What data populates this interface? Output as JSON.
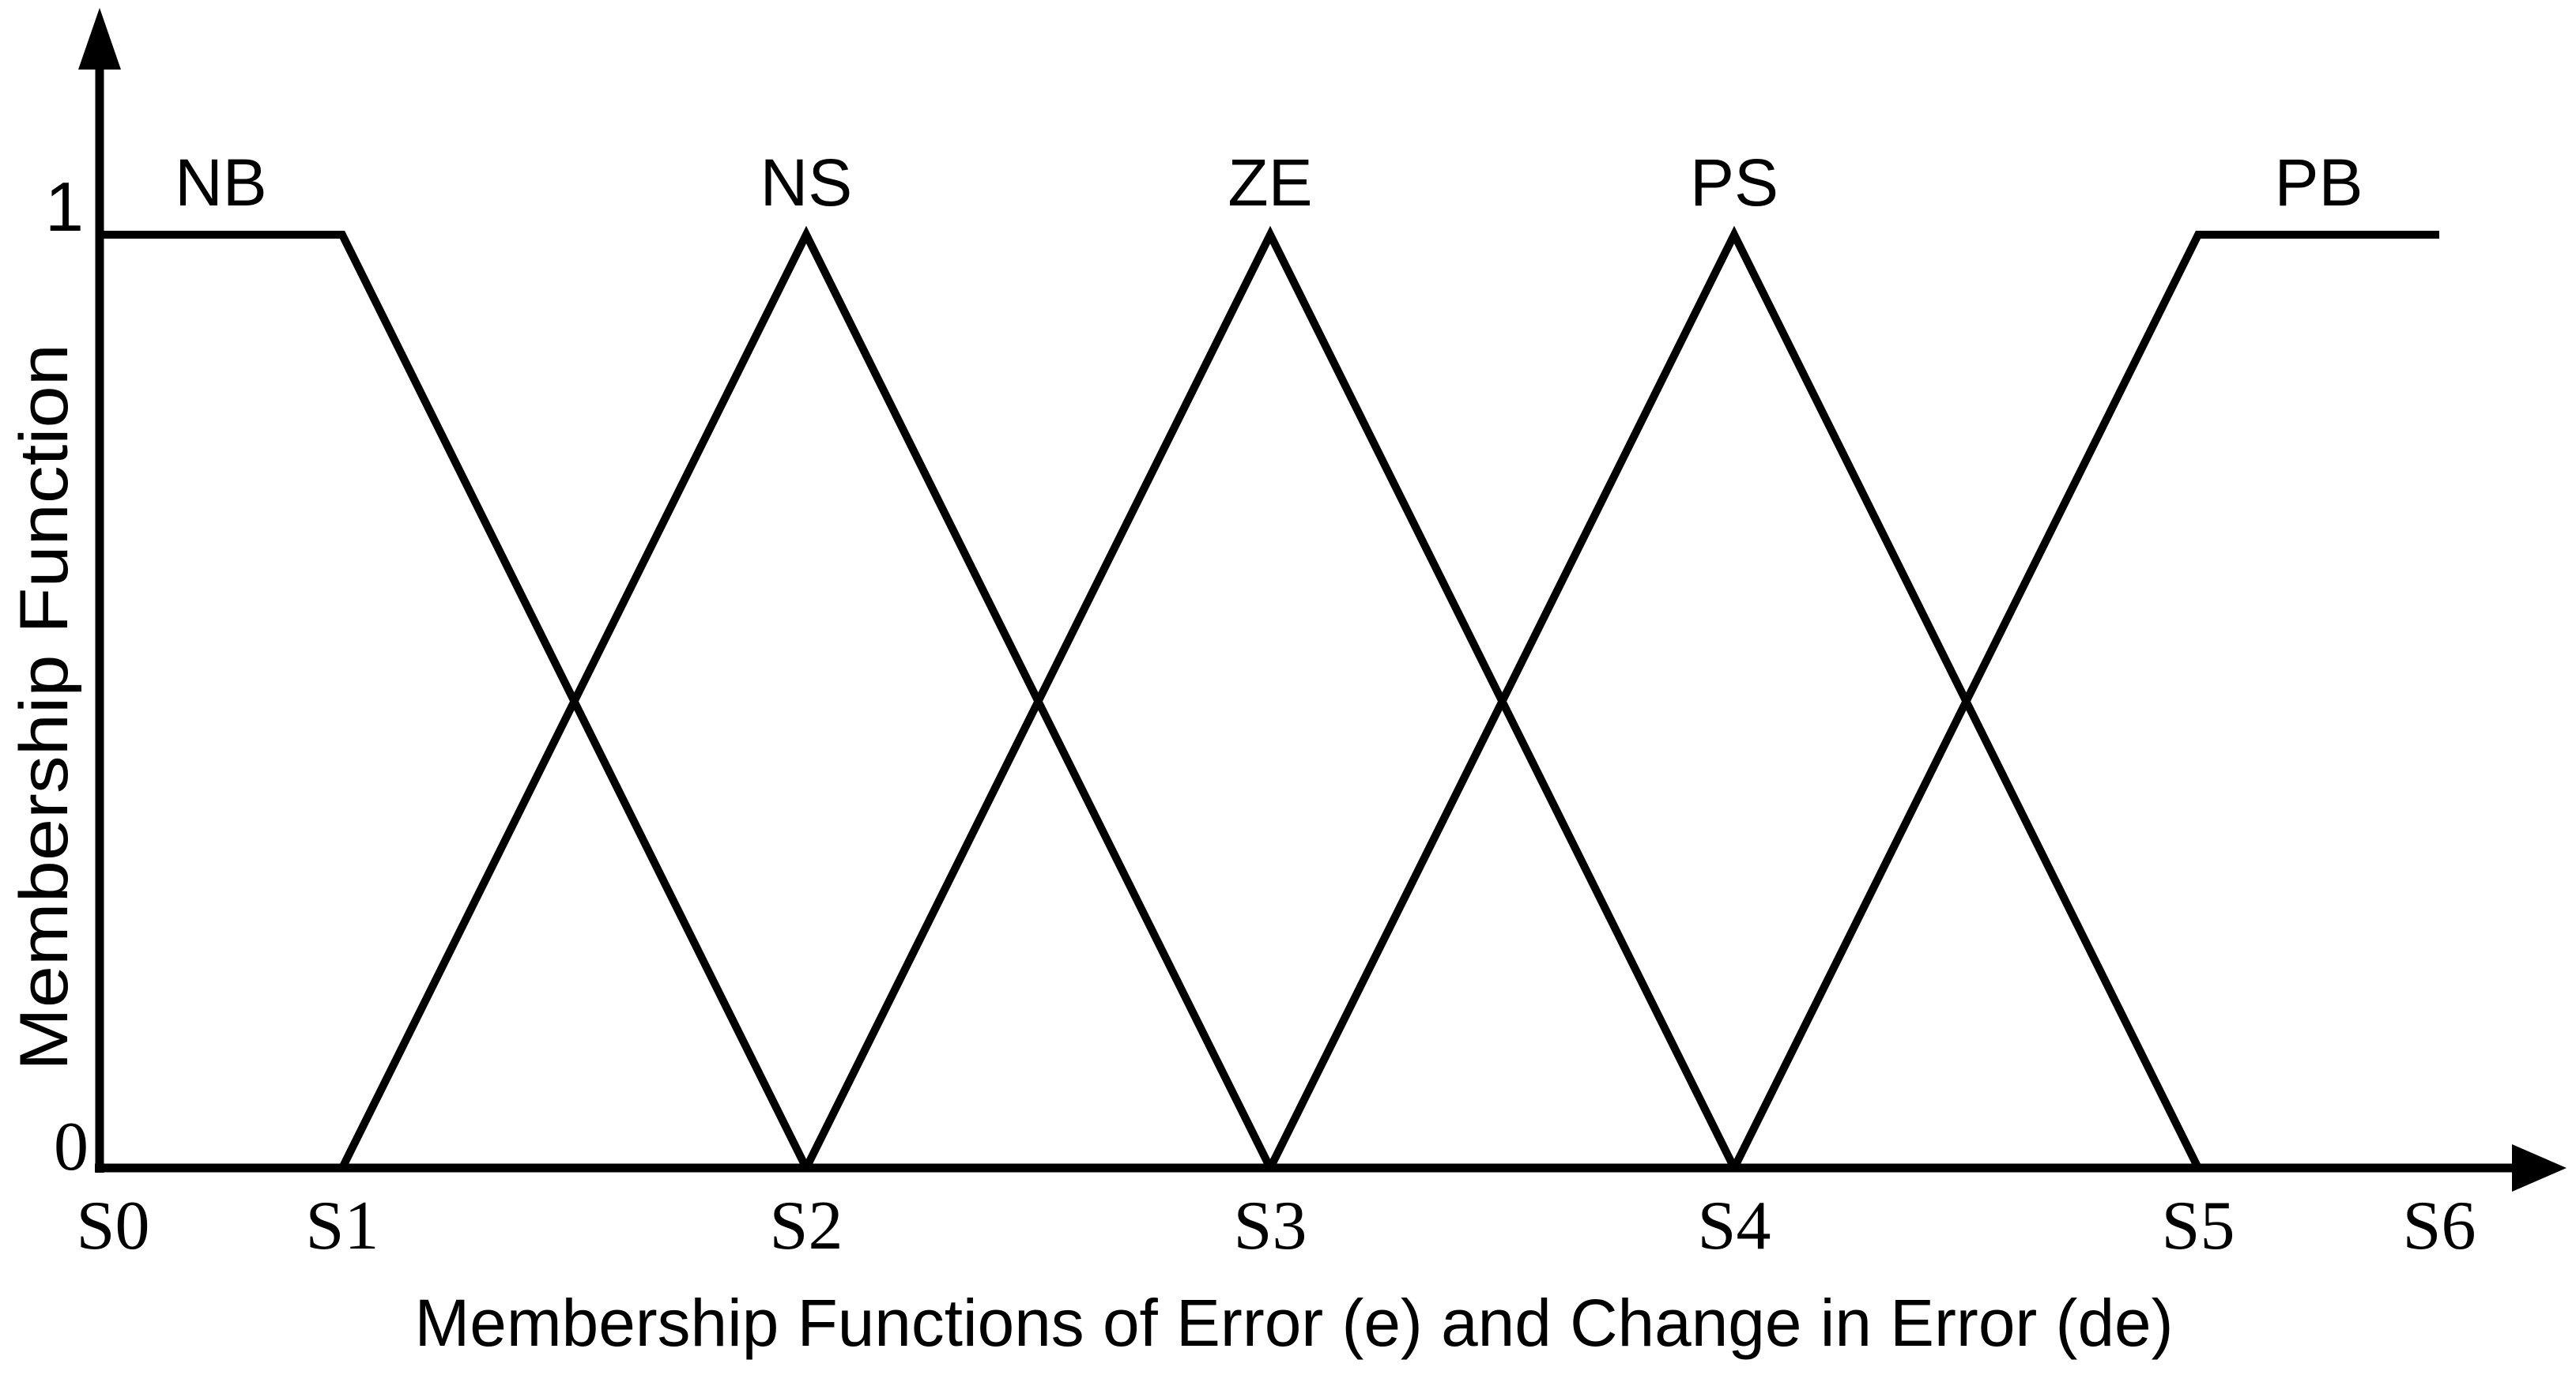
{
  "figure": {
    "y_axis_title": "Membership Function",
    "x_axis_caption": "Membership Functions of Error (e) and Change in Error (de)",
    "background_color": "#ffffff",
    "line_color": "#000000"
  },
  "chart_data": {
    "type": "line",
    "title": "",
    "xlabel": "Membership Functions of Error (e) and Change in Error (de)",
    "ylabel": "Membership Function",
    "x_tick_labels": [
      "S0",
      "S1",
      "S2",
      "S3",
      "S4",
      "S5",
      "S6"
    ],
    "y_tick_labels": [
      "0",
      "1"
    ],
    "ylim": [
      0,
      1
    ],
    "grid": false,
    "legend_position": "none",
    "line_color": "#000000",
    "series": [
      {
        "name": "NB",
        "label": "NB",
        "label_x": 0.5,
        "points": [
          [
            0,
            1
          ],
          [
            1,
            1
          ],
          [
            2,
            0
          ]
        ]
      },
      {
        "name": "NS",
        "label": "NS",
        "label_x": 2,
        "points": [
          [
            1,
            0
          ],
          [
            2,
            1
          ],
          [
            3,
            0
          ]
        ]
      },
      {
        "name": "ZE",
        "label": "ZE",
        "label_x": 3,
        "points": [
          [
            2,
            0
          ],
          [
            3,
            1
          ],
          [
            4,
            0
          ]
        ]
      },
      {
        "name": "PS",
        "label": "PS",
        "label_x": 4,
        "points": [
          [
            3,
            0
          ],
          [
            4,
            1
          ],
          [
            5,
            0
          ]
        ]
      },
      {
        "name": "PB",
        "label": "PB",
        "label_x": 5.5,
        "points": [
          [
            4,
            0
          ],
          [
            5,
            1
          ],
          [
            6,
            1
          ]
        ]
      }
    ]
  }
}
